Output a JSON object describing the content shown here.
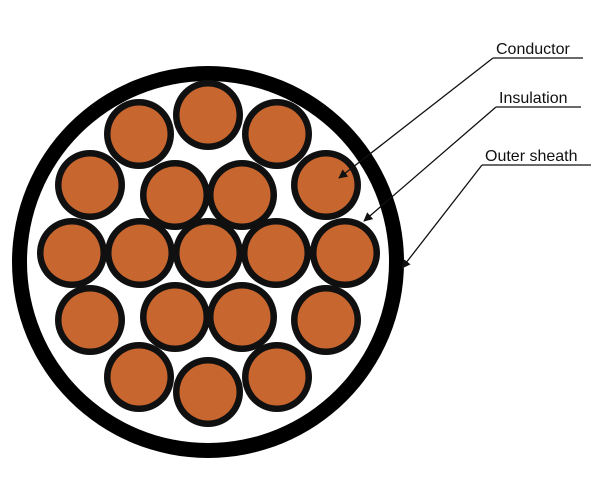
{
  "diagram": {
    "labels": {
      "conductor": "Conductor",
      "insulation": "Insulation",
      "sheath": "Outer sheath"
    },
    "colors": {
      "conductor_fill": "#c8662f",
      "insulation": "#101010",
      "sheath": "#000000",
      "filler": "#ffffff",
      "leader_line": "#111111"
    },
    "conductor_count": 19
  }
}
